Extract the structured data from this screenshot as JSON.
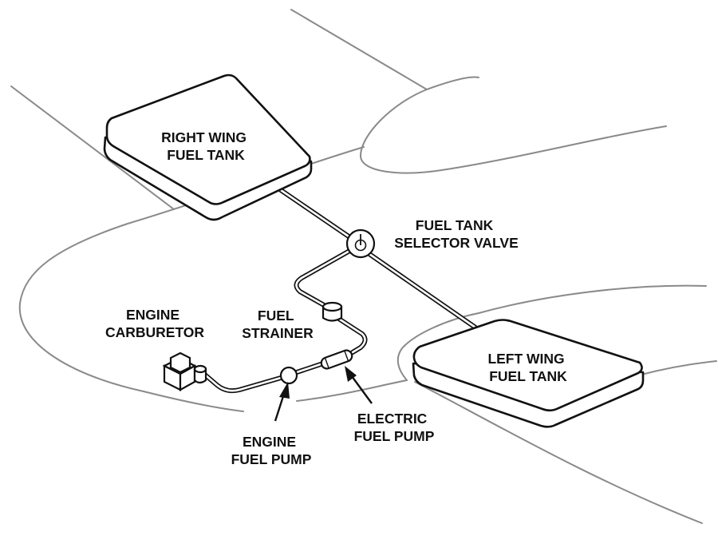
{
  "diagram": {
    "labels": {
      "right_tank": [
        "RIGHT WING",
        "FUEL TANK"
      ],
      "left_tank": [
        "LEFT WING",
        "FUEL TANK"
      ],
      "selector_valve": [
        "FUEL TANK",
        "SELECTOR VALVE"
      ],
      "strainer": [
        "FUEL",
        "STRAINER"
      ],
      "carburetor": [
        "ENGINE",
        "CARBURETOR"
      ],
      "engine_pump": [
        "ENGINE",
        "FUEL PUMP"
      ],
      "electric_pump": [
        "ELECTRIC",
        "FUEL PUMP"
      ]
    },
    "colors": {
      "airframe_outline": "#8a8a8a",
      "component_stroke": "#111111",
      "fill": "#ffffff"
    }
  }
}
